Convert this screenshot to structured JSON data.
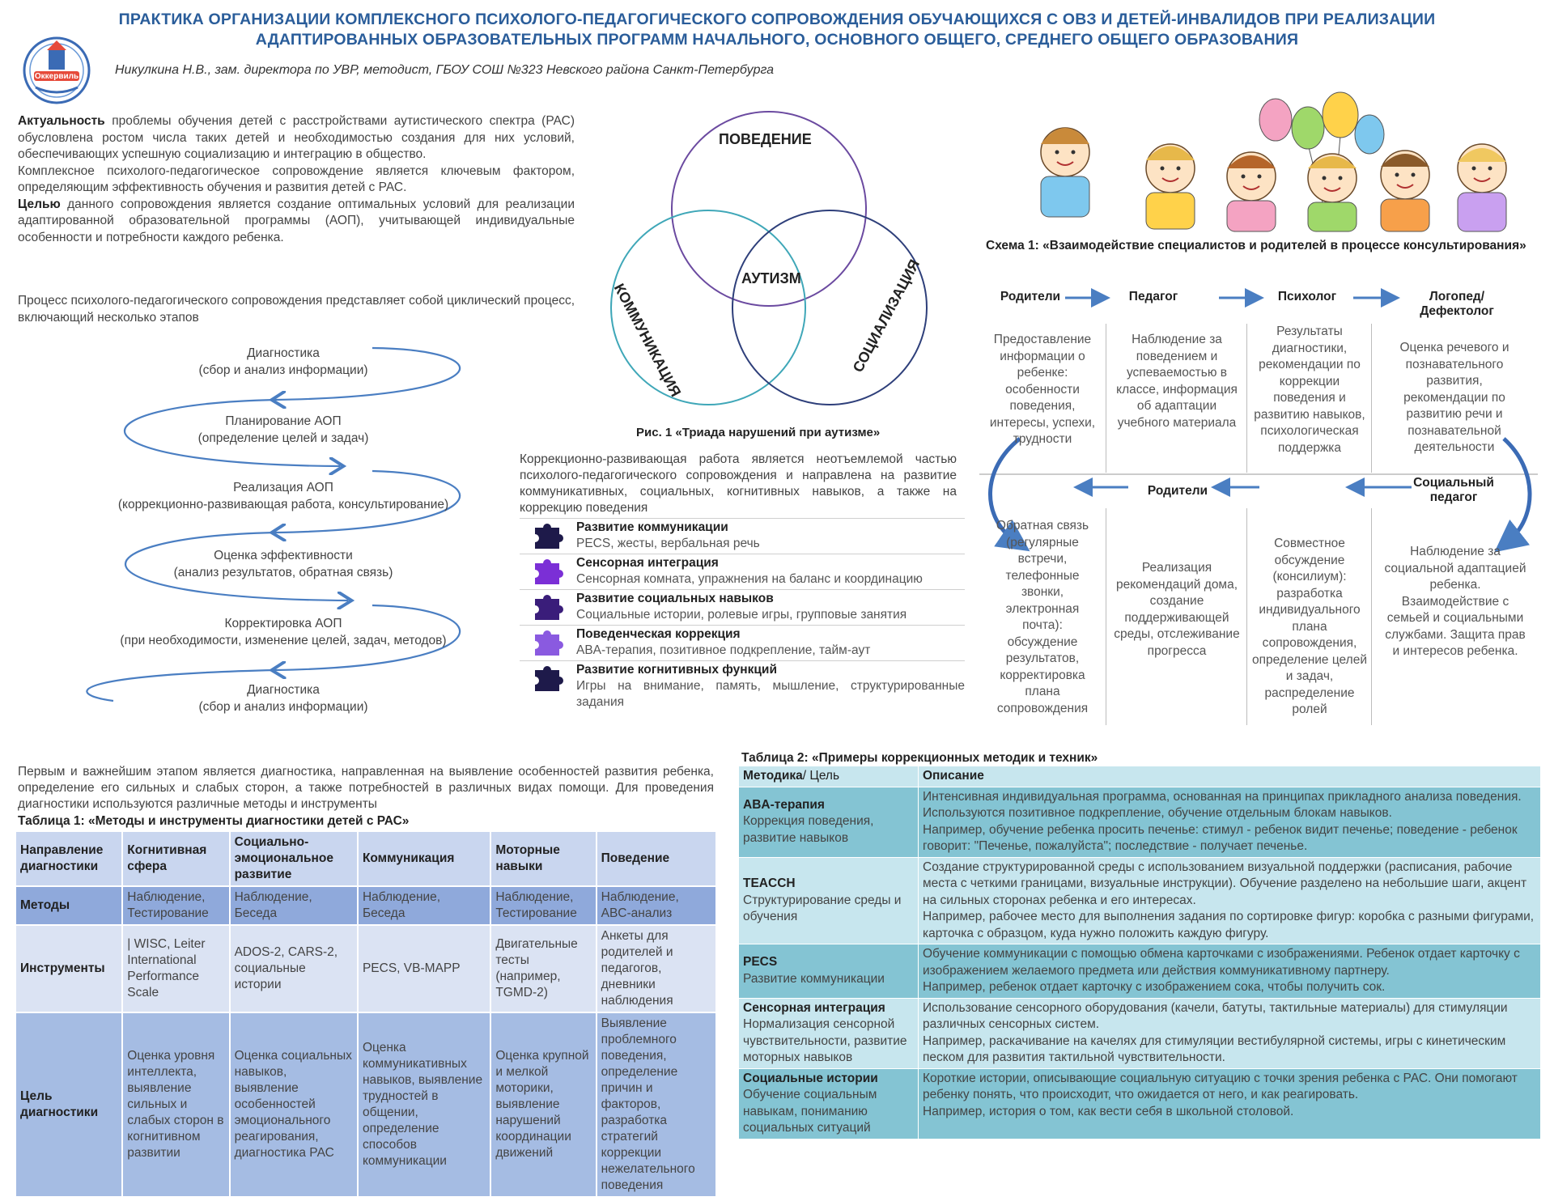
{
  "header": {
    "title_line1": "ПРАКТИКА ОРГАНИЗАЦИИ КОМПЛЕКСНОГО ПСИХОЛОГО-ПЕДАГОГИЧЕСКОГО СОПРОВОЖДЕНИЯ ОБУЧАЮЩИХСЯ С ОВЗ И ДЕТЕЙ-ИНВАЛИДОВ ПРИ РЕАЛИЗАЦИИ",
    "title_line2": "АДАПТИРОВАННЫХ ОБРАЗОВАТЕЛЬНЫХ ПРОГРАММ НАЧАЛЬНОГО, ОСНОВНОГО ОБЩЕГО, СРЕДНЕГО ОБЩЕГО ОБРАЗОВАНИЯ",
    "author": "Никулкина Н.В., зам. директора по УВР, методист, ГБОУ СОШ №323 Невского района Санкт-Петербурга",
    "logo_text": "Оккервиль"
  },
  "intro": {
    "actuality_bold": "Актуальность",
    "actuality_text": " проблемы обучения детей с расстройствами аутистического спектра (РАС) обусловлена ростом числа таких детей и необходимостью создания для них условий, обеспечивающих успешную социализацию и интеграцию в общество.",
    "complex_text": "Комплексное психолого-педагогическое сопровождение является ключевым фактором, определяющим эффективность обучения и развития детей с РАС.",
    "goal_bold": "Целью",
    "goal_text": " данного сопровождения является создание оптимальных условий для реализации адаптированной образовательной программы (АОП), учитывающей индивидуальные особенности и потребности каждого ребенка."
  },
  "process": {
    "intro": "Процесс психолого-педагогического сопровождения представляет собой циклический процесс, включающий несколько этапов",
    "steps": [
      {
        "title": "Диагностика",
        "sub": "(сбор и анализ информации)"
      },
      {
        "title": "Планирование АОП",
        "sub": "(определение целей и задач)"
      },
      {
        "title": "Реализация АОП",
        "sub": "(коррекционно-развивающая работа, консультирование)"
      },
      {
        "title": "Оценка эффективности",
        "sub": "(анализ результатов, обратная связь)"
      },
      {
        "title": "Корректировка АОП",
        "sub": "(при необходимости, изменение целей, задач, методов)"
      },
      {
        "title": "Диагностика",
        "sub": "(сбор и анализ информации)"
      }
    ]
  },
  "venn": {
    "top": "ПОВЕДЕНИЕ",
    "left": "КОММУНИКАЦИЯ",
    "right": "СОЦИАЛИЗАЦИЯ",
    "center": "АУТИЗМ",
    "caption": "Рис. 1 «Триада нарушений при аутизме»",
    "colors": {
      "top": "#6b4aa0",
      "left": "#3fa7b8",
      "right": "#2e3f7a"
    }
  },
  "correction": {
    "intro": "Коррекционно-развивающая работа является неотъемлемой частью психолого-педагогического сопровождения и направлена на развитие коммуникативных, социальных, когнитивных навыков, а также на коррекцию поведения",
    "items": [
      {
        "title": "Развитие коммуникации",
        "desc": "PECS, жесты, вербальная речь",
        "icon": "puzzle-icon",
        "color": "#1e1a4a"
      },
      {
        "title": "Сенсорная интеграция",
        "desc": "Сенсорная комната, упражнения на баланс и координацию",
        "icon": "puzzle-icon",
        "color": "#7b2fd6"
      },
      {
        "title": "Развитие социальных навыков",
        "desc": "Социальные истории, ролевые игры, групповые занятия",
        "icon": "puzzle-icon",
        "color": "#3a1d7a"
      },
      {
        "title": "Поведенческая коррекция",
        "desc": "ABA-терапия, позитивное подкрепление, тайм-аут",
        "icon": "puzzle-icon",
        "color": "#8a5ae0"
      },
      {
        "title": "Развитие когнитивных функций",
        "desc": "Игры на внимание, память, мышление, структурированные задания",
        "icon": "puzzle-icon",
        "color": "#1e1a4a"
      }
    ]
  },
  "schema": {
    "title": "Схема 1: «Взаимодействие специалистов и родителей в процессе консультирования»",
    "top_heads": [
      "Родители",
      "Педагог",
      "Психолог",
      "Логопед/ Дефектолог"
    ],
    "top_cells": [
      "Предоставление информации о ребенке: особенности поведения, интересы, успехи, трудности",
      "Наблюдение за поведением и успеваемостью в классе, информация об адаптации учебного материала",
      "Результаты диагностики, рекомендации по коррекции поведения и развитию навыков, психологическая поддержка",
      "Оценка речевого и познавательного развития, рекомендации по развитию речи и познавательной деятельности"
    ],
    "bottom_heads": [
      "Родители",
      "Социальный педагог"
    ],
    "bottom_cells": [
      "Обратная связь (регулярные встречи, телефонные звонки, электронная почта): обсуждение результатов, корректировка плана сопровождения",
      "Реализация рекомендаций дома, создание поддерживающей среды, отслеживание прогресса",
      "Совместное обсуждение (консилиум): разработка индивидуального плана сопровождения, определение целей и задач, распределение ролей",
      "Наблюдение за социальной адаптацией ребенка. Взаимодействие с семьей и социальными службами. Защита прав и интересов ребенка."
    ],
    "arrow_color": "#4a7ec2"
  },
  "diagnostics": {
    "text": "Первым и важнейшим этапом является диагностика, направленная на выявление особенностей развития ребенка, определение его сильных и слабых сторон, а также потребностей в различных видах помощи. Для проведения диагностики используются различные методы и инструменты",
    "table_caption": "Таблица 1: «Методы и инструменты диагностики детей с РАС»",
    "headers": [
      "Направление диагностики",
      "Когнитивная сфера",
      "Социально-эмоциональное развитие",
      "Коммуникация",
      "Моторные навыки",
      "Поведение"
    ],
    "rows": [
      {
        "label": "Методы",
        "cells": [
          "Наблюдение, Тестирование",
          "Наблюдение, Беседа",
          "Наблюдение, Беседа",
          "Наблюдение, Тестирование",
          "Наблюдение, ABC-анализ"
        ]
      },
      {
        "label": "Инструменты",
        "cells": [
          "| WISC, Leiter International Performance Scale",
          "ADOS-2, CARS-2, социальные истории",
          "PECS, VB-MAPP",
          "Двигательные тесты (например, TGMD-2)",
          "Анкеты для родителей и педагогов, дневники наблюдения"
        ]
      },
      {
        "label": "Цель диагностики",
        "cells": [
          "Оценка уровня интеллекта, выявление сильных и слабых сторон в когнитивном развитии",
          "Оценка социальных навыков, выявление особенностей эмоционального реагирования, диагностика РАС",
          "Оценка коммуникативных навыков, выявление трудностей в общении, определение способов коммуникации",
          "Оценка крупной и мелкой моторики, выявление нарушений координации движений",
          "Выявление проблемного поведения, определение причин и факторов, разработка стратегий коррекции нежелательного поведения"
        ]
      }
    ]
  },
  "methods_table": {
    "caption": "Таблица 2: «Примеры коррекционных методик и техник»",
    "head_method_bold": "Методика",
    "head_method_rest": "/ Цель",
    "head_desc": "Описание",
    "rows": [
      {
        "name": "ABA-терапия",
        "goal": "Коррекция поведения, развитие навыков",
        "desc": "Интенсивная индивидуальная программа, основанная на принципах прикладного анализа поведения. Используются позитивное подкрепление, обучение отдельным блокам навыков.",
        "example": "Например, обучение ребенка просить печенье: стимул - ребенок видит печенье; поведение - ребенок говорит: \"Печенье, пожалуйста\"; последствие - получает печенье."
      },
      {
        "name": "TEACCH",
        "goal": "Структурирование среды и обучения",
        "desc": "Создание структурированной среды с использованием визуальной поддержки (расписания, рабочие места с четкими границами, визуальные инструкции). Обучение разделено на небольшие шаги, акцент на сильных сторонах ребенка и его интересах.",
        "example": "Например, рабочее место для выполнения задания по сортировке фигур: коробка с разными фигурами, карточка с образцом, куда нужно положить каждую фигуру."
      },
      {
        "name": "PECS",
        "goal": "Развитие коммуникации",
        "desc": "Обучение коммуникации с помощью обмена карточками с изображениями. Ребенок отдает карточку с изображением желаемого предмета или действия коммуникативному партнеру.",
        "example": "Например, ребенок отдает карточку с изображением сока, чтобы получить сок."
      },
      {
        "name": "Сенсорная интеграция",
        "goal": "Нормализация сенсорной чувствительности, развитие моторных навыков",
        "desc": "Использование сенсорного оборудования (качели, батуты, тактильные материалы) для стимуляции различных сенсорных систем.",
        "example": "Например, раскачивание на качелях для стимуляции вестибулярной системы, игры с кинетическим песком для развития тактильной чувствительности."
      },
      {
        "name": "Социальные истории",
        "goal": "Обучение социальным навыкам, пониманию социальных ситуаций",
        "desc": "Короткие истории, описывающие социальную ситуацию с точки зрения ребенка с РАС. Они помогают ребенку понять, что происходит, что ожидается от него, и как реагировать.",
        "example": "Например, история о том, как вести себя в школьной столовой."
      }
    ]
  }
}
